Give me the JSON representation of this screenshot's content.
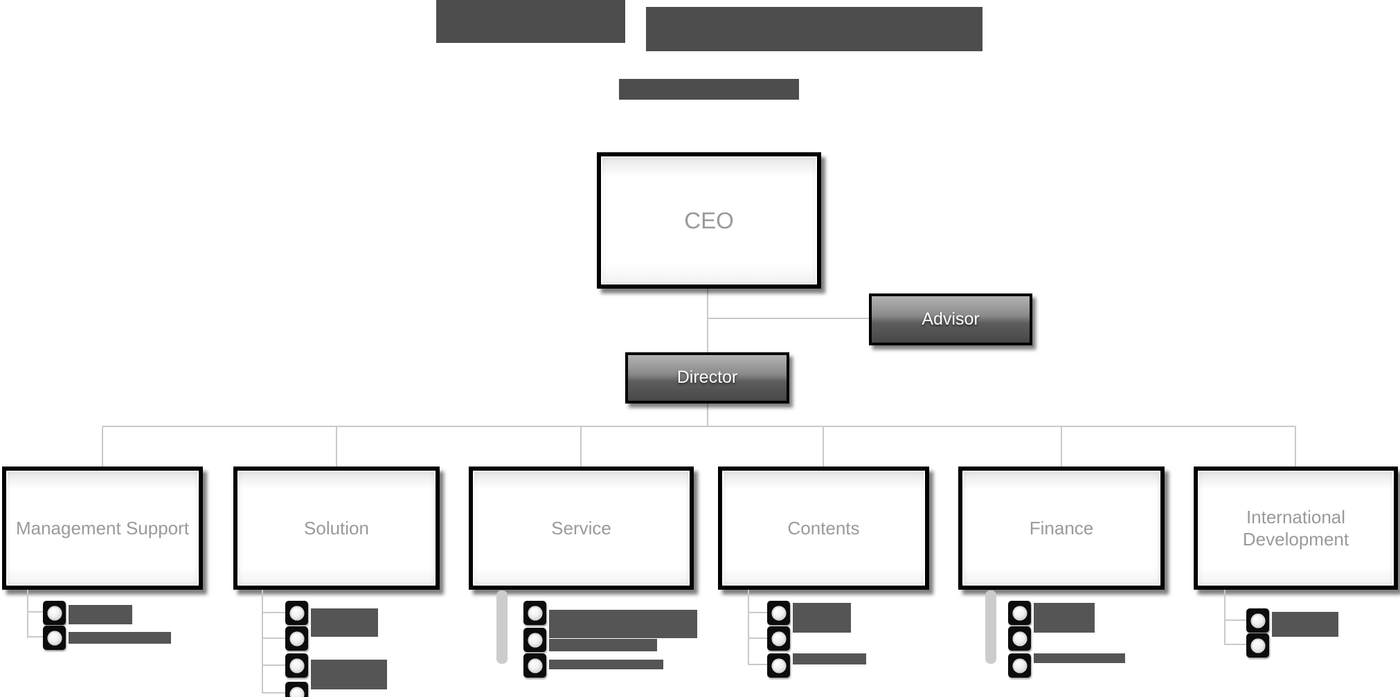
{
  "page": {
    "type": "organization-chart",
    "background": "#ffffff"
  },
  "header": {
    "title_redacted": true,
    "title_segment_count": 2,
    "subtitle_redacted": true,
    "subtitle_segment_count": 1
  },
  "chart": {
    "ceo": {
      "label": "CEO"
    },
    "advisor": {
      "label": "Advisor"
    },
    "director": {
      "label": "Director"
    },
    "departments": [
      {
        "label": "Management Support",
        "redacted_sub_items": 2
      },
      {
        "label": "Solution",
        "redacted_sub_items": 4
      },
      {
        "label": "Service",
        "redacted_sub_items": 3
      },
      {
        "label": "Contents",
        "redacted_sub_items": 3
      },
      {
        "label": "Finance",
        "redacted_sub_items": 3
      },
      {
        "label": "International Development",
        "redacted_sub_items": 2
      }
    ]
  },
  "colors": {
    "node_border": "#000000",
    "white_node_text": "#9a9a9a",
    "dark_node_gradient_top": "#b3b3b3",
    "dark_node_gradient_bottom": "#474747",
    "connector_line": "#c9c9c9",
    "redacted_block": "#4d4d4d",
    "redacted_bar": "#555555",
    "icon_square": "#0c0c0c",
    "icon_dot": "#ffffff",
    "side_strip": "#cccccc"
  },
  "icons": {
    "sub_item_icon": "person-bullet-icon"
  }
}
